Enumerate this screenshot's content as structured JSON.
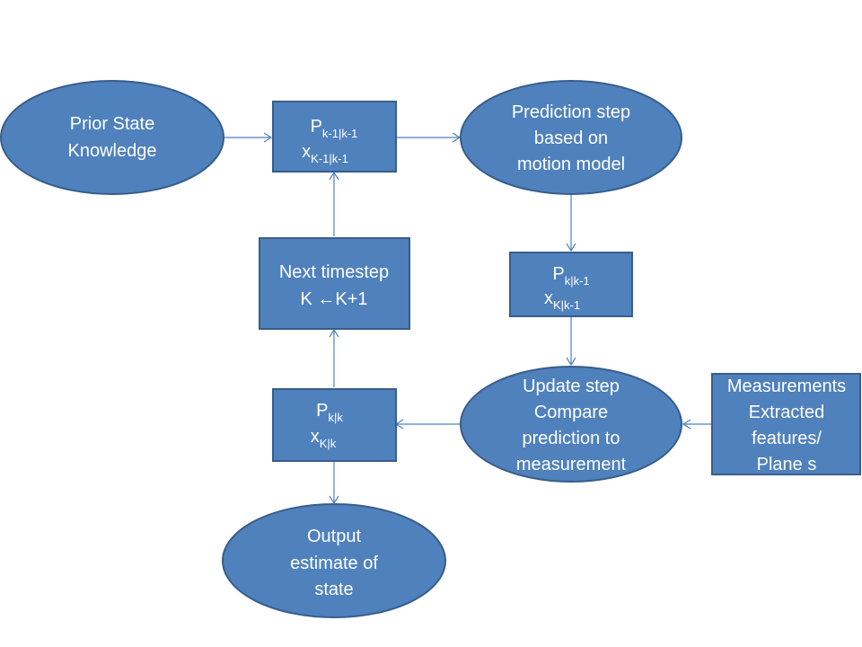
{
  "nodes": {
    "prior_state": {
      "lines": [
        "Prior State",
        "Knowledge"
      ]
    },
    "prior_vars": {
      "lines": [
        {
          "main": "P",
          "sub": "k-1|k-1"
        },
        {
          "main": "x",
          "sub": "K-1|k-1"
        }
      ]
    },
    "prediction": {
      "lines": [
        "Prediction step",
        "based on",
        "motion model"
      ]
    },
    "predicted_vars": {
      "lines": [
        {
          "main": "P",
          "sub": "k|k-1"
        },
        {
          "main": "x",
          "sub": "K|k-1"
        }
      ]
    },
    "update": {
      "lines": [
        "Update step",
        "Compare",
        "prediction to",
        "measurement"
      ]
    },
    "measurements": {
      "lines": [
        "Measurements",
        "Extracted",
        "features/",
        "Plane s"
      ]
    },
    "updated_vars": {
      "lines": [
        {
          "main": "P",
          "sub": "k|k"
        },
        {
          "main": "x",
          "sub": "K|k"
        }
      ]
    },
    "next_timestep": {
      "lines": [
        "Next timestep",
        "K ←K+1"
      ]
    },
    "output": {
      "lines": [
        "Output",
        "estimate of",
        "state"
      ]
    }
  },
  "colors": {
    "shape_fill": "#4f81bd",
    "shape_border": "#385d8a",
    "text": "#ffffff",
    "connector": "#4f81bd"
  }
}
